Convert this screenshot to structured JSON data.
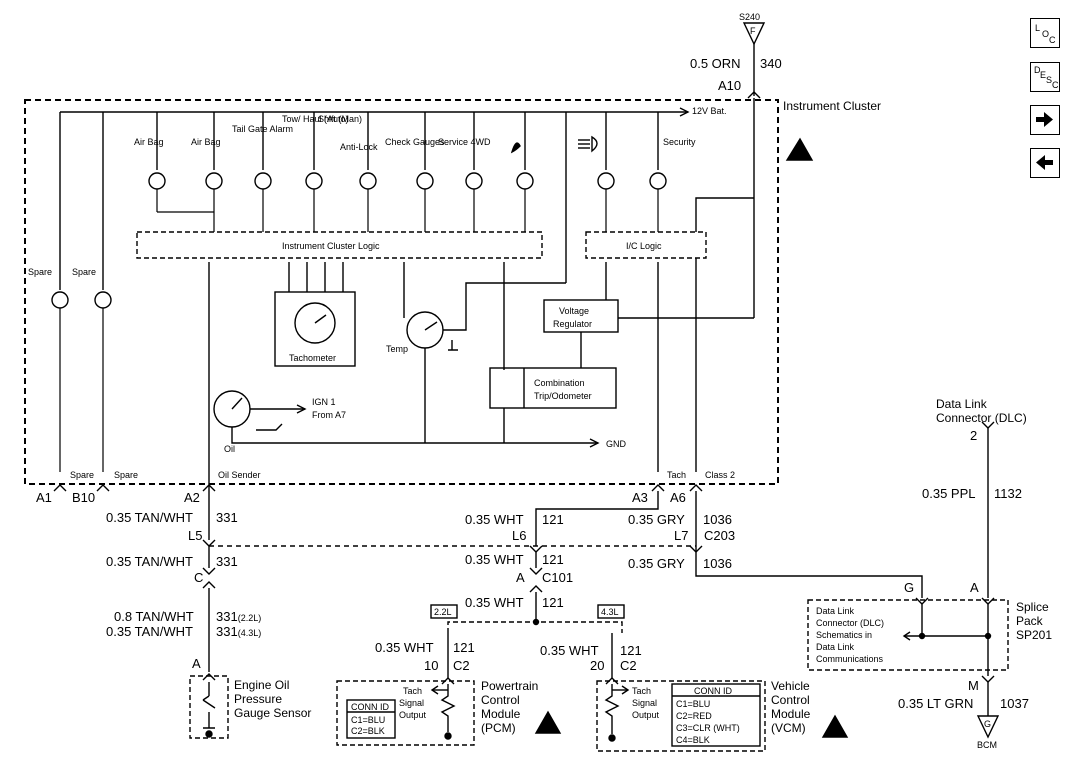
{
  "nav": {
    "loc": [
      "L",
      "O",
      "C"
    ],
    "desc": [
      "D",
      "E",
      "S",
      "C"
    ],
    "next_label": "next-page",
    "prev_label": "previous-page"
  },
  "top": {
    "s240": "S240",
    "fuse_letter": "F",
    "wire": "0.5 ORN",
    "circuit": "340",
    "pin": "A10",
    "bat": "12V   Bat."
  },
  "cluster": {
    "title": "Instrument Cluster",
    "lamps": [
      "Air Bag",
      "Air Bag",
      "Tail Gate Alarm",
      "Tow/ Haul (Auto)",
      "Shift (Man)",
      "Anti-Lock",
      "Check Gauges",
      "Service 4WD",
      "Security"
    ],
    "spare": "Spare",
    "logic": "Instrument Cluster Logic",
    "ic_logic": "I/C Logic",
    "tach": "Tachometer",
    "volt": "Voltage Regulator",
    "odo": "Combination Trip/Odometer",
    "temp": "Temp",
    "oil": "Oil",
    "ign": "IGN 1 From A7",
    "gnd": "GND",
    "bottom_labels": [
      "Spare",
      "Spare",
      "Oil Sender",
      "Tach",
      "Class 2"
    ]
  },
  "pins": {
    "a1": "A1",
    "b10": "B10",
    "a2": "A2",
    "a3": "A3",
    "a6": "A6"
  },
  "wires": {
    "w331a": "0.35 TAN/WHT",
    "c331": "331",
    "l5": "L5",
    "w331b": "0.35 TAN/WHT",
    "c": "C",
    "w331c": "0.8 TAN/WHT",
    "c331c": "331",
    "sub22": "(2.2L)",
    "w331d": "0.35 TAN/WHT",
    "c331d": "331",
    "sub43": "(4.3L)",
    "a_sensor": "A",
    "w121a": "0.35 WHT",
    "c121": "121",
    "l6": "L6",
    "w121b": "0.35 WHT",
    "a_c101": "A",
    "c101": "C101",
    "w121c": "0.35 WHT",
    "w1036a": "0.35 GRY",
    "c1036": "1036",
    "l7": "L7",
    "c203": "C203",
    "w1036b": "0.35 GRY",
    "box22": "2.2L",
    "box43": "4.3L",
    "w121d": "0.35 WHT",
    "pin10": "10",
    "c2a": "C2",
    "w121e": "0.35 WHT",
    "pin20": "20",
    "c2b": "C2"
  },
  "dlc": {
    "title": "Data Link Connector (DLC)",
    "pin": "2",
    "wire": "0.35 PPL",
    "circuit": "1132",
    "g": "G",
    "a": "A"
  },
  "splice": {
    "title": "Splice Pack SP201",
    "note": "Data Link Connector (DLC) Schematics in Data Link Communications",
    "m": "M",
    "wire": "0.35 LT GRN",
    "circuit": "1037",
    "ground_letter": "G",
    "ground": "BCM"
  },
  "sensor": {
    "title": "Engine Oil Pressure Gauge Sensor"
  },
  "pcm": {
    "title": "Powertrain Control Module (PCM)",
    "conn": "CONN ID",
    "c1": "C1=BLU",
    "c2": "C2=BLK",
    "signal": "Tach Signal Output"
  },
  "vcm": {
    "title": "Vehicle Control Module (VCM)",
    "conn": "CONN ID",
    "c1": "C1=BLU",
    "c2": "C2=RED",
    "c3": "C3=CLR (WHT)",
    "c4": "C4=BLK",
    "signal": "Tach Signal Output"
  }
}
